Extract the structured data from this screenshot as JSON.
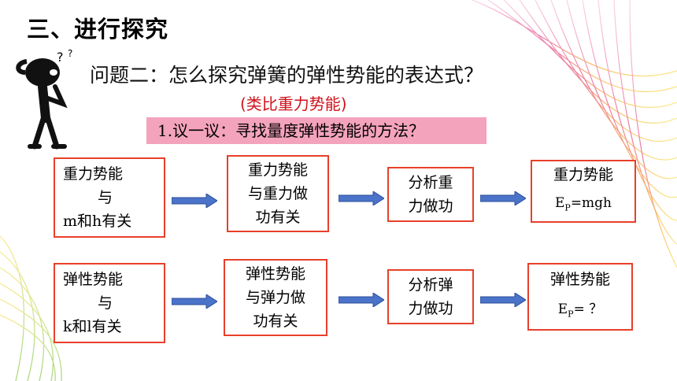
{
  "slide": {
    "title": "三、进行探究",
    "question": "问题二：怎么探究弹簧的弹性势能的表达式？",
    "subtitle": "(类比重力势能)",
    "task": "1.议一议：寻找量度弹性势能的方法？"
  },
  "row_gravity": {
    "box1": [
      "重力势能",
      "与",
      "m和h有关"
    ],
    "box2": [
      "重力势能",
      "与重力做",
      "功有关"
    ],
    "box3": [
      "分析重",
      "力做功"
    ],
    "box4_title": "重力势能",
    "box4_formula_prefix": "E",
    "box4_formula_sub": "P",
    "box4_formula_rest": "=mgh"
  },
  "row_elastic": {
    "box1": [
      "弹性势能",
      "与",
      "k和l有关"
    ],
    "box2": [
      "弹性势能",
      "与弹力做",
      "功有关"
    ],
    "box3": [
      "分析弹",
      "力做功"
    ],
    "box4_title": "弹性势能",
    "box4_formula_prefix": "E",
    "box4_formula_sub": "P",
    "box4_formula_rest": "=  ？"
  },
  "icons": {
    "thinker": "thinking-man-question-icon",
    "arrow": "right-arrow-icon"
  },
  "colors": {
    "box_border": "#e8402a",
    "task_bg": "#f4a3bd",
    "subtitle": "#d0121b",
    "arrow_fill": "#4a73c9"
  }
}
